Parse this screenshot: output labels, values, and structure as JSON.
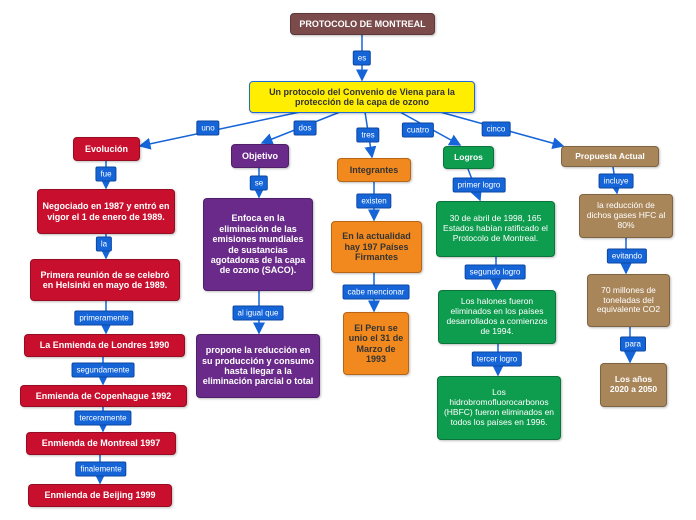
{
  "title": "PROTOCOLO DE MONTREAL",
  "main": "Un protocolo del Convenio de Viena para la protección de la capa de ozono",
  "links": {
    "es": "es",
    "uno": "uno",
    "dos": "dos",
    "tres": "tres",
    "cuatro": "cuatro",
    "cinco": "cinco",
    "fue": "fue",
    "la": "la",
    "primeramente": "primeramente",
    "segundamente": "segundamente",
    "terceramente": "terceramente",
    "finalemente": "finalemente",
    "se": "se",
    "al_igual_que": "al igual que",
    "existen": "existen",
    "cabe_mencionar": "cabe mencionar",
    "primer_logro": "primer logro",
    "segundo_logro": "segundo logro",
    "tercer_logro": "tercer logro",
    "incluye": "incluye",
    "evitando": "evitando",
    "para": "para"
  },
  "evolucion": {
    "heading": "Evolución",
    "items": [
      "Negociado en 1987 y entró en vigor el 1 de enero de 1989.",
      "Primera reunión de se celebró en Helsinki en mayo de 1989.",
      "La Enmienda de Londres 1990",
      "Enmienda de Copenhague 1992",
      "Enmienda de Montreal 1997",
      "Enmienda de Beijing 1999"
    ]
  },
  "objetivo": {
    "heading": "Objetivo",
    "items": [
      "Enfoca en la eliminación de las emisiones mundiales de sustancias agotadoras de la capa de ozono (SACO).",
      "propone la reducción en su producción y consumo hasta llegar a la eliminación parcial o total"
    ]
  },
  "integrantes": {
    "heading": "Integrantes",
    "items": [
      "En la actualidad hay 197 Países Firmantes",
      "El Peru se unio el 31 de Marzo de 1993"
    ]
  },
  "logros": {
    "heading": "Logros",
    "items": [
      "30 de abril de 1998, 165 Estados habían ratificado el Protocolo de Montreal.",
      "Los halones fueron eliminados en los países desarrollados a comienzos de 1994.",
      "Los hidrobromofluorocarbonos (HBFC) fueron eliminados en todos los países en 1996."
    ]
  },
  "propuesta": {
    "heading": "Propuesta Actual",
    "items": [
      "la reducción de dichos gases HFC al 80%",
      "70 millones de toneladas del equivalente CO2",
      "Los años 2020 a 2050"
    ]
  }
}
